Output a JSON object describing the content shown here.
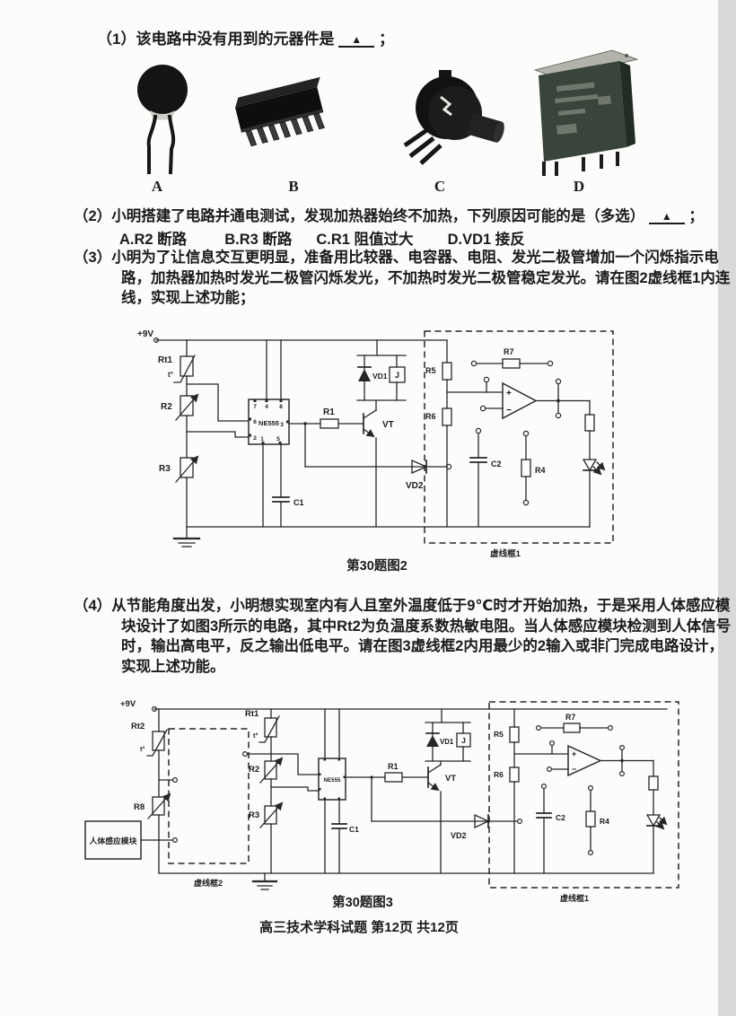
{
  "doc": {
    "q1": {
      "num": "（1）",
      "text": "该电路中没有用到的元器件是",
      "blank": "▲",
      "tail": "；",
      "letters": [
        "A",
        "B",
        "C",
        "D"
      ]
    },
    "q2": {
      "num": "（2）",
      "text": "小明搭建了电路并通电测试，发现加热器始终不加热，下列原因可能的是（多选）",
      "blank": "▲",
      "tail": "；",
      "choices": [
        "A.R2 断路",
        "B.R3 断路",
        "C.R1 阻值过大",
        "D.VD1 接反"
      ]
    },
    "q3": {
      "num": "（3）",
      "text": "小明为了让信息交互更明显，准备用比较器、电容器、电阻、发光二极管增加一个闪烁指示电路，加热器加热时发光二极管闪烁发光，不加热时发光二极管稳定发光。请在图2虚线框1内连线，实现上述功能；"
    },
    "q4": {
      "num": "（4）",
      "text": "从节能角度出发，小明想实现室内有人且室外温度低于9℃时才开始加热，于是采用人体感应模块设计了如图3所示的电路，其中Rt2为负温度系数热敏电阻。当人体感应模块检测到人体信号时，输出高电平，反之输出低电平。请在图3虚线框2内用最少的2输入或非门完成电路设计，实现上述功能。"
    },
    "footer": "高三技术学科试题  第12页  共12页"
  },
  "fig2": {
    "caption": "第30题图2",
    "labels": {
      "vcc": "+9V",
      "rt1": "Rt1",
      "tmark": "t°",
      "r2": "R2",
      "r3": "R3",
      "ic": "NE555",
      "c1": "C1",
      "r1": "R1",
      "vt": "VT",
      "vd1": "VD1",
      "j": "J",
      "vd2": "VD2",
      "r5": "R5",
      "r6": "R6",
      "r7": "R7",
      "c2": "C2",
      "r4": "R4",
      "plus": "+",
      "minus": "−",
      "box1": "虚线框1"
    },
    "pins": {
      "p7": "7",
      "p4": "4",
      "p8": "8",
      "p6": "6",
      "p2": "2",
      "p3": "3",
      "p1": "1",
      "p5": "5"
    }
  },
  "fig3": {
    "caption": "第30题图3",
    "labels": {
      "vcc": "+9V",
      "rt2": "Rt2",
      "tmark": "t°",
      "r8": "R8",
      "module": "人体感应模块",
      "box2": "虚线框2",
      "rt1": "Rt1",
      "r2": "R2",
      "r3": "R3",
      "ic": "NE555",
      "c1": "C1",
      "r1": "R1",
      "vt": "VT",
      "vd1": "VD1",
      "j": "J",
      "vd2": "VD2",
      "r5": "R5",
      "r6": "R6",
      "r7": "R7",
      "c2": "C2",
      "r4": "R4",
      "plus": "+",
      "minus": "−",
      "box1": "虚线框1"
    }
  }
}
